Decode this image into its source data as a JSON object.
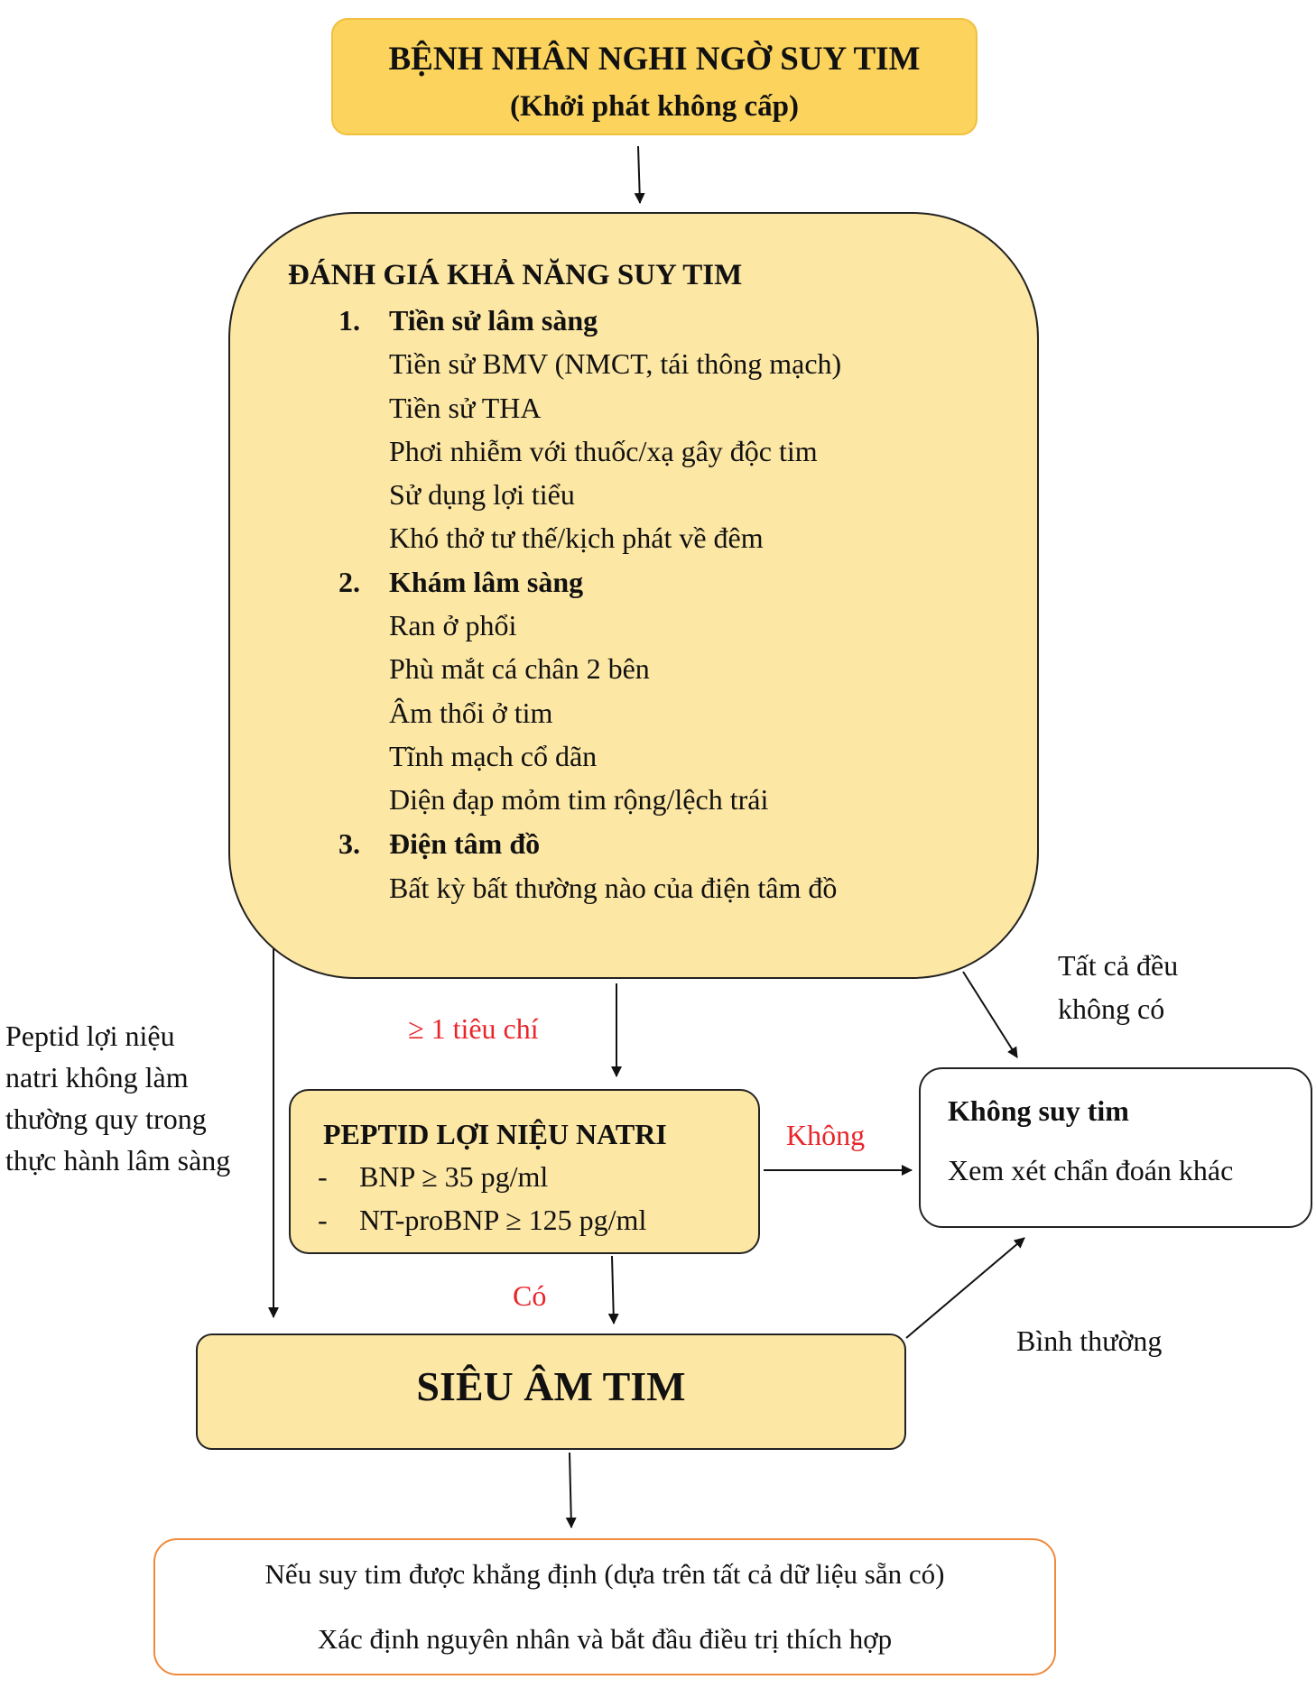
{
  "top_box": {
    "line1": "BỆNH NHÂN NGHI NGỜ SUY TIM",
    "line2": "(Khởi phát không cấp)"
  },
  "assessment": {
    "title": "ĐÁNH GIÁ KHẢ NĂNG SUY TIM",
    "sections": [
      {
        "number": "1.",
        "heading": "Tiền sử lâm sàng",
        "items": [
          "Tiền sử BMV (NMCT, tái thông mạch)",
          "Tiền sử THA",
          "Phơi nhiễm với thuốc/xạ gây độc tim",
          "Sử dụng lợi tiểu",
          "Khó thở tư thế/kịch phát về đêm"
        ]
      },
      {
        "number": "2.",
        "heading": "Khám lâm sàng",
        "items": [
          "Ran ở phổi",
          "Phù mắt cá chân 2 bên",
          "Âm thổi ở tim",
          "Tĩnh mạch cổ dãn",
          "Diện đạp mỏm tim rộng/lệch trái"
        ]
      },
      {
        "number": "3.",
        "heading": "Điện tâm đồ",
        "items": [
          "Bất kỳ bất thường nào của điện tâm đồ"
        ]
      }
    ]
  },
  "natri_box": {
    "title": "PEPTID LỢI NIỆU NATRI",
    "rows": [
      {
        "dash": "-",
        "text": "BNP ≥ 35 pg/ml"
      },
      {
        "dash": "-",
        "text": "NT-proBNP ≥ 125 pg/ml"
      }
    ]
  },
  "no_hf_box": {
    "title": "Không suy tim",
    "text": "Xem xét chẩn đoán khác"
  },
  "echo_box": {
    "title": "SIÊU ÂM TIM"
  },
  "final_box": {
    "line1": "Nếu suy tim được khẳng định (dựa trên tất cả dữ liệu sẵn có)",
    "line2": "Xác định nguyên nhân và bắt đầu điều trị thích hợp"
  },
  "labels": {
    "criteria": "≥ 1 tiêu chí",
    "no": "Không",
    "yes": "Có",
    "none_all": [
      "Tất cả đều",
      "không có"
    ],
    "normal": "Bình thường",
    "peptid_note": [
      "Peptid lợi niệu",
      "natri không làm",
      "thường quy trong",
      "thực hành lâm sàng"
    ]
  },
  "colors": {
    "highlight_yellow": "#fbd35d",
    "box_yellow": "#fde7a4",
    "label_red": "#e8262a",
    "final_border": "#ef8a3c"
  }
}
